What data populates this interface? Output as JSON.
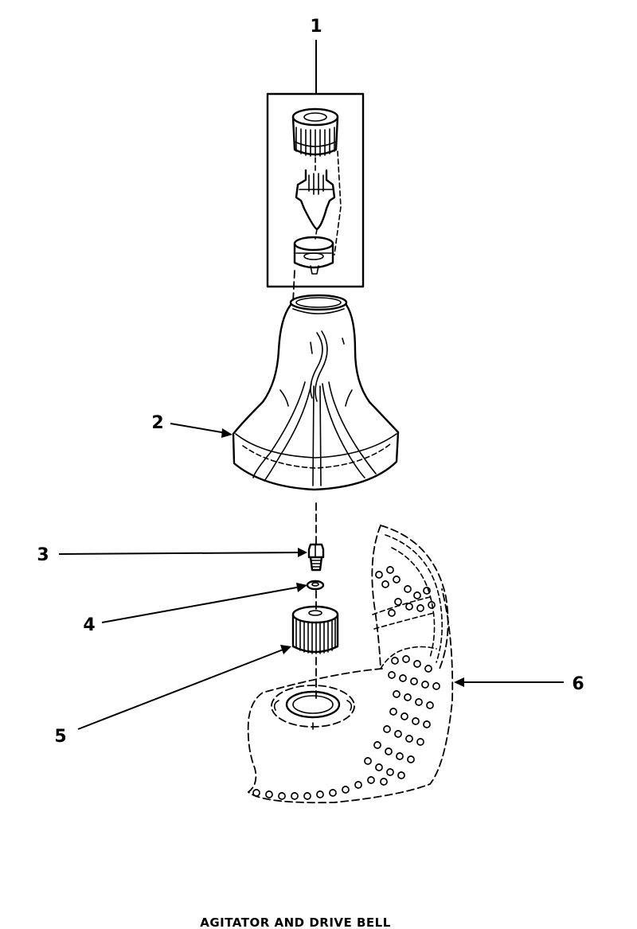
{
  "caption": "AGITATOR AND DRIVE BELL",
  "callouts": [
    {
      "id": "1",
      "label": "1"
    },
    {
      "id": "2",
      "label": "2"
    },
    {
      "id": "3",
      "label": "3"
    },
    {
      "id": "4",
      "label": "4"
    },
    {
      "id": "5",
      "label": "5"
    },
    {
      "id": "6",
      "label": "6"
    }
  ],
  "parts": [
    {
      "callout": "1",
      "icon": "agitator-cap-assembly-icon"
    },
    {
      "callout": "2",
      "icon": "agitator-icon"
    },
    {
      "callout": "3",
      "icon": "bolt-icon"
    },
    {
      "callout": "4",
      "icon": "washer-icon"
    },
    {
      "callout": "5",
      "icon": "drive-bell-icon"
    },
    {
      "callout": "6",
      "icon": "wash-tub-icon"
    }
  ]
}
